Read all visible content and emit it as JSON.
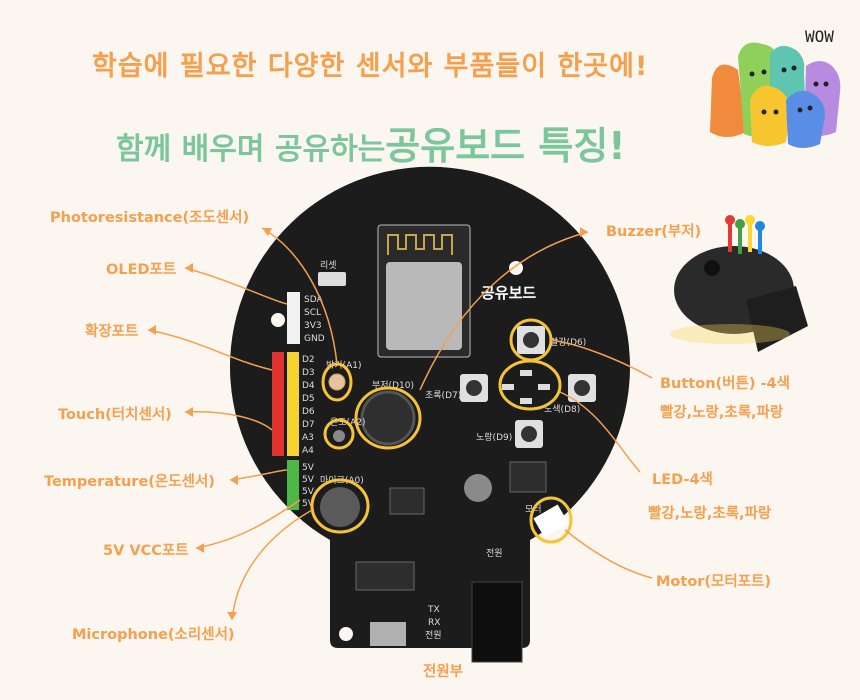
{
  "title_line1": "학습에 필요한 다양한 센서와 부품들이 한곳에!",
  "title_line2_prefix": "함께 배우며 공유하는",
  "title_line2_brand": "공유",
  "title_line2_suffix": "보드 특징!",
  "wow": "WOW",
  "labels": {
    "photoresistance": "Photoresistance(조도센서)",
    "oled": "OLED포트",
    "expansion": "확장포트",
    "touch": "Touch(터치센서)",
    "temperature": "Temperature(온도센서)",
    "vcc5v": "5V VCC포트",
    "microphone": "Microphone(소리센서)",
    "buzzer": "Buzzer(부저)",
    "button_line1": "Button(버튼) -4색",
    "button_line2": "빨강,노랑,초록,파랑",
    "led_line1": "LED-4색",
    "led_line2": "빨강,노랑,초록,파랑",
    "motor": "Motor(모터포트)",
    "power": "전원부"
  },
  "board": {
    "name": "공유보드",
    "reset": "리셋",
    "oled_pins": [
      "SDA",
      "SCL",
      "3V3",
      "GND"
    ],
    "digital_pins": [
      "D2",
      "D3",
      "D4",
      "D5",
      "D6",
      "D7",
      "A3",
      "A4"
    ],
    "vcc_pins": [
      "5V",
      "5V",
      "5V",
      "5V"
    ],
    "light_sensor": "밝기(A1)",
    "buzzer": "부저(D10)",
    "temp": "온도(A2)",
    "mic": "마이크(A0)",
    "button_red": "빨강(D6)",
    "button_green": "초록(D7)",
    "button_blue": "노랑(D9)",
    "button_yellow": "노색(D8)",
    "motor": "모터",
    "power": "전원",
    "tx": "TX",
    "rx": "RX",
    "pwr": "전원"
  },
  "colors": {
    "label": "#f4a04f",
    "title2": "#7cc69c",
    "board": "#1c1c1c",
    "highlight": "#f6c338"
  }
}
